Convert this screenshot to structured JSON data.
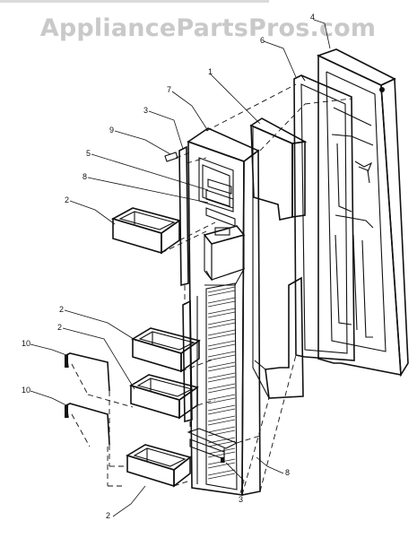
{
  "watermark": "AppliancePartsPros.com",
  "callouts": {
    "c1": "1",
    "c2a": "2",
    "c2b": "2",
    "c2c": "2",
    "c2d": "2",
    "c3a": "3",
    "c3b": "3",
    "c4": "4",
    "c5": "5",
    "c6": "6",
    "c7": "7",
    "c8a": "8",
    "c8b": "8",
    "c9": "9",
    "c10a": "10",
    "c10b": "10"
  }
}
